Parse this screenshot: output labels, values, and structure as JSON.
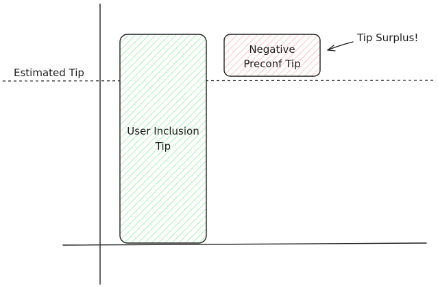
{
  "diagram": {
    "estimated_tip_label": "Estimated Tip",
    "user_inclusion_tip": {
      "line1": "User Inclusion",
      "line2": "Tip",
      "fill_color": "#b2f2bb",
      "stroke_color": "#1e1e1e"
    },
    "negative_preconf_tip": {
      "line1": "Negative",
      "line2": "Preconf Tip",
      "fill_color": "#ffc9c9",
      "stroke_color": "#1e1e1e"
    },
    "tip_surplus_label": "Tip Surplus!",
    "ink_color": "#1e1e1e"
  }
}
